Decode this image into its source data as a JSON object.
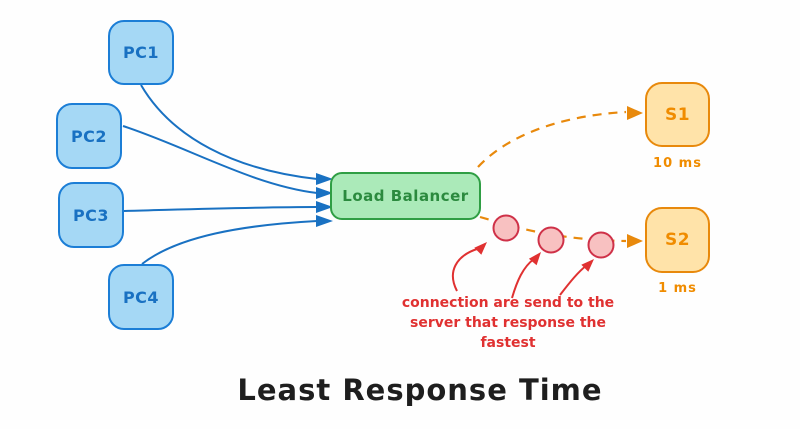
{
  "title": "Least Response Time",
  "clients": [
    {
      "label": "PC1"
    },
    {
      "label": "PC2"
    },
    {
      "label": "PC3"
    },
    {
      "label": "PC4"
    }
  ],
  "load_balancer": {
    "label": "Load Balancer"
  },
  "servers": [
    {
      "label": "S1",
      "latency": "10 ms"
    },
    {
      "label": "S2",
      "latency": "1 ms"
    }
  ],
  "annotation": {
    "line1": "connection are send to the",
    "line2": "server that response the fastest"
  },
  "icons": [
    "arrowhead-icon",
    "connection-dot-icon"
  ],
  "colors": {
    "client_fill": "#a5d8f5",
    "client_stroke": "#1c7ed6",
    "client_text": "#1971c2",
    "lb_fill": "#abeab9",
    "lb_stroke": "#2f9e44",
    "lb_text": "#2b8a3e",
    "server_fill": "#ffe3a9",
    "server_stroke": "#e8890c",
    "server_text": "#f08c00",
    "blue_connector": "#1971c2",
    "orange_dashed_connector": "#e8890c",
    "red_annotation": "#e03131",
    "connection_dot_fill": "#f8c1c1",
    "connection_dot_stroke": "#cf3148",
    "title_text": "#1e1e1e",
    "background": "#fefefe"
  }
}
